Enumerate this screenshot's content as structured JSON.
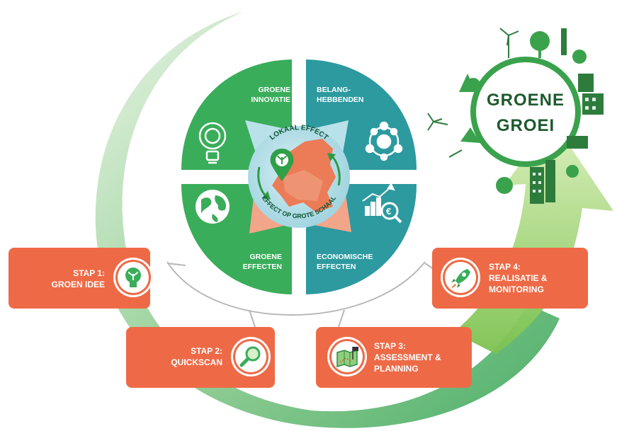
{
  "title": {
    "line1": "GROENE",
    "line2": "GROEI"
  },
  "center": {
    "arc_top": "LOKAAL EFFECT",
    "arc_bottom": "EFFECT OP GROTE SCHAAL"
  },
  "quadrants": [
    {
      "id": "groene-innovatie",
      "lines": [
        "GROENE",
        "INNOVATIE"
      ],
      "color": "#3aad5a",
      "icon": "gear-lightbulb-icon"
    },
    {
      "id": "belanghebbenden",
      "lines": [
        "BELANG-",
        "HEBBENDEN"
      ],
      "color": "#2c9a9f",
      "icon": "network-people-icon"
    },
    {
      "id": "groene-effecten",
      "lines": [
        "GROENE",
        "EFFECTEN"
      ],
      "color": "#3aad5a",
      "icon": "globe-icon"
    },
    {
      "id": "economische-effecten",
      "lines": [
        "ECONOMISCHE",
        "EFFECTEN"
      ],
      "color": "#2c9a9f",
      "icon": "chart-euro-icon"
    }
  ],
  "steps": [
    {
      "id": "stap-1",
      "lines": [
        "STAP 1:",
        "GROEN IDEE"
      ],
      "icon": "lightbulb-plant-icon"
    },
    {
      "id": "stap-2",
      "lines": [
        "STAP 2:",
        "QUICKSCAN"
      ],
      "icon": "magnifier-icon"
    },
    {
      "id": "stap-3",
      "lines": [
        "STAP 3:",
        "ASSESSMENT &",
        "PLANNING"
      ],
      "icon": "map-flag-icon"
    },
    {
      "id": "stap-4",
      "lines": [
        "STAP 4:",
        "REALISATIE &",
        "MONITORING"
      ],
      "icon": "rocket-icon"
    }
  ],
  "colors": {
    "green": "#3aad5a",
    "teal": "#2c9a9f",
    "orange": "#ee6a47",
    "dark_green": "#1d5a2d",
    "light_green": "#b6e08a"
  }
}
